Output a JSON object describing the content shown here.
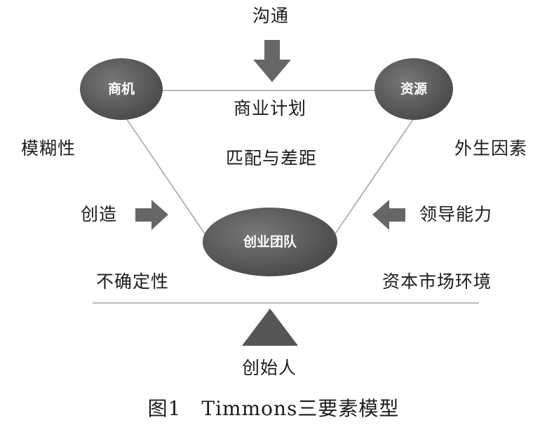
{
  "nodes": {
    "opportunity": "商机",
    "resources": "资源",
    "team": "创业团队"
  },
  "labels": {
    "communication": "沟通",
    "business_plan": "商业计划",
    "fit_and_gap": "匹配与差距",
    "ambiguity": "模糊性",
    "exogenous_forces": "外生因素",
    "creativity": "创造",
    "leadership": "领导能力",
    "uncertainty": "不确定性",
    "capital_market": "资本市场环境",
    "founder": "创始人"
  },
  "caption": "图1　Timmons三要素模型",
  "colors": {
    "node_fill": "#555555",
    "arrow_fill": "#666666",
    "line": "#a0a0a0",
    "text": "#1c1c1c"
  }
}
